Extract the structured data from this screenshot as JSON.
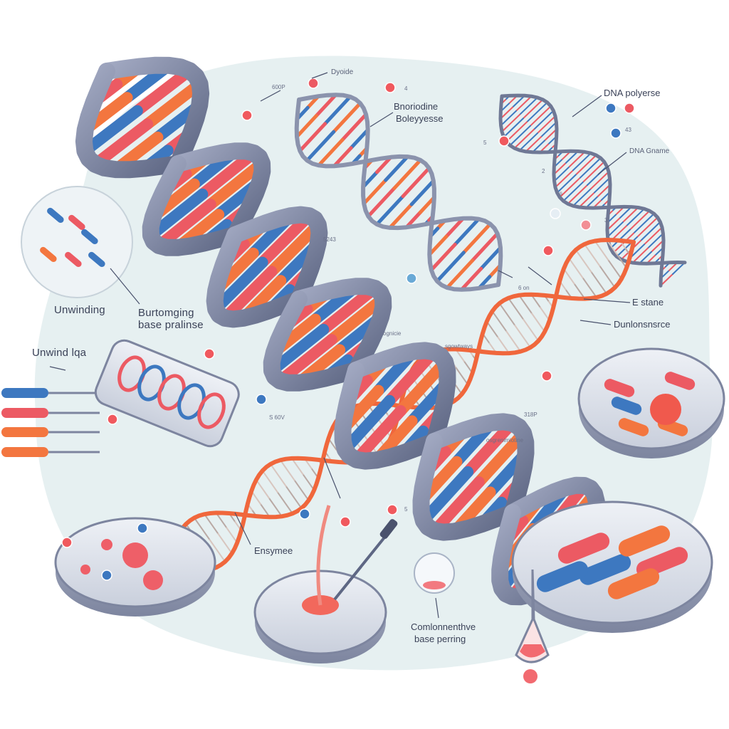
{
  "colors": {
    "backdrop": "#e3eef0",
    "backbone": "#8b93ad",
    "backbone_dark": "#5e6784",
    "base_red": "#ec5a63",
    "base_blue": "#3d78c0",
    "base_orange": "#f3763f",
    "new_strand": "#f0673c",
    "dish": "#c9cfdc"
  },
  "labels": {
    "dyoide": "Dyoide",
    "n600p": "600P",
    "n4": "4",
    "bnoriodine": "Bnoriodine",
    "boleyyesse": "Boleyyesse",
    "dna_polyerse": "DNA polyerse",
    "n43": "43",
    "dna_gname": "DNA Gname",
    "n5": "5",
    "n2": "2",
    "s": "s",
    "n3": "3",
    "n5243": "5243",
    "sgon": "6 on",
    "e_stane": "E stane",
    "dunlonsnsrce": "Dunlonsnsrce",
    "unwinding": "Unwinding",
    "burtomging": "Burtomging",
    "base_pralinse": "base pralinse",
    "unwind_lqa": "Unwind lqa",
    "ognicie": "ognicie",
    "sgowtways": "sgowtways",
    "s60v": "S 60V",
    "n318p": "318P",
    "osgrenimiotine": "osgrenimiotine",
    "n_5": "5",
    "ensymee": "Ensymee",
    "comlonnenthve": "Comlonnenthve",
    "base_perring": "base perring"
  },
  "icons": [
    "phosphate-bead-icon",
    "dropper-icon",
    "flask-icon",
    "petri-dish-icon"
  ]
}
